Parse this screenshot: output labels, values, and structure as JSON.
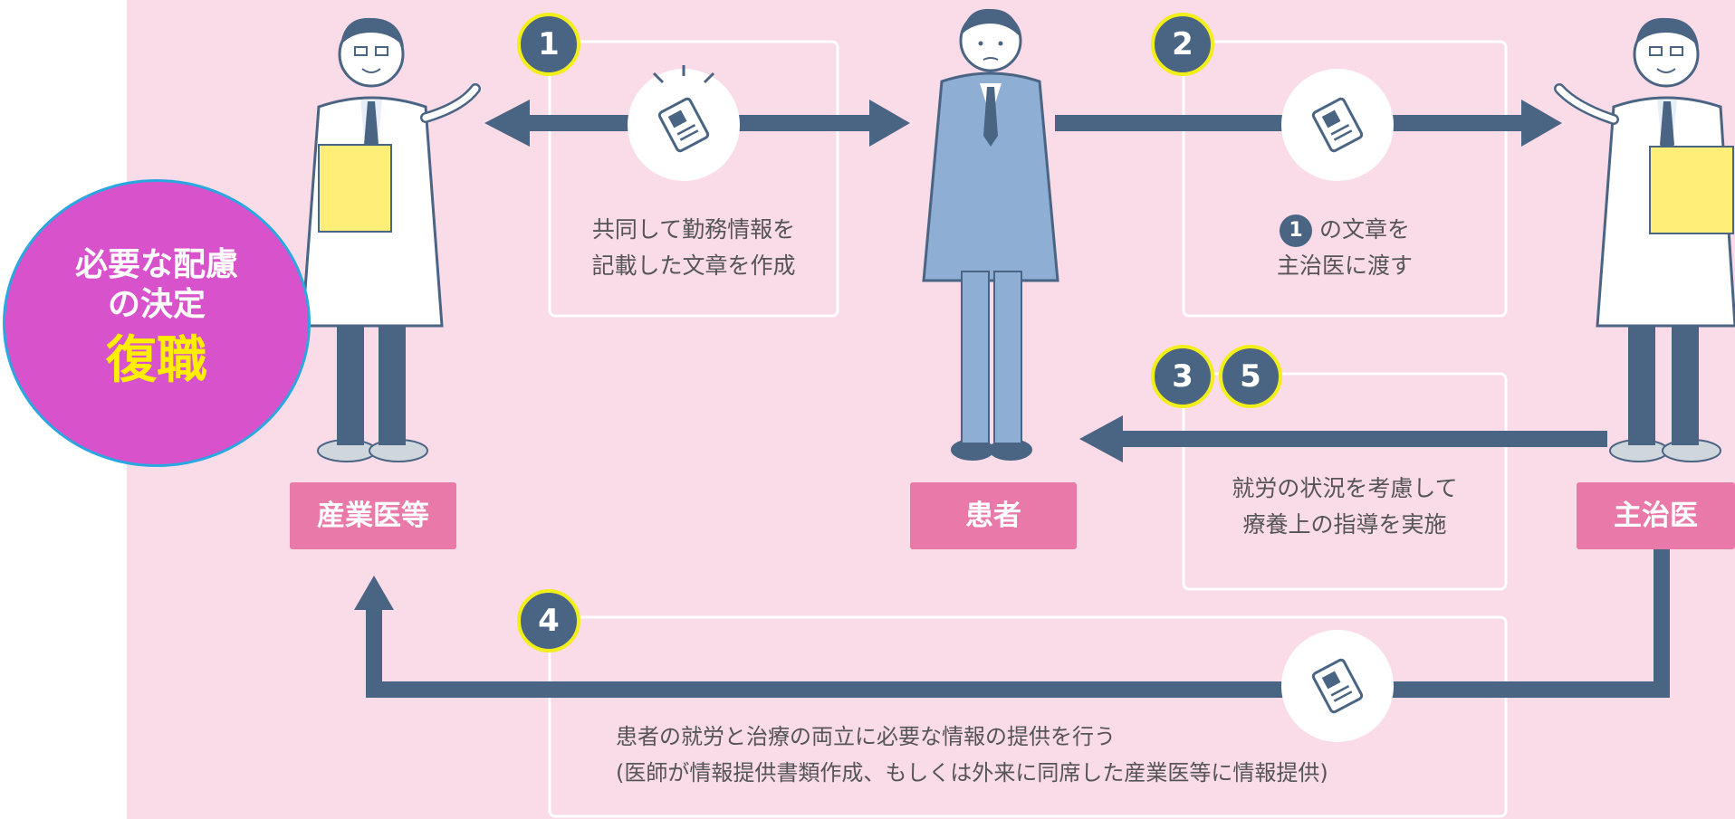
{
  "colors": {
    "background": "#fadbe8",
    "card_border": "#ffffff",
    "arrow": "#4a6484",
    "label_bg": "#e879a8",
    "step_fill": "#4a6484",
    "step_ring": "#f2ee1a",
    "bubble_fill": "#d853cb",
    "bubble_ring": "#2aa7e0",
    "bubble_highlight": "#ffee00"
  },
  "bubble": {
    "line1": "必要な配慮",
    "line2": "の決定",
    "line3": "復職"
  },
  "labels": {
    "occupational": "産業医等",
    "patient": "患者",
    "attending": "主治医"
  },
  "steps": {
    "s1": "1",
    "s2": "2",
    "s3": "3",
    "s4": "4",
    "s5": "5"
  },
  "cards": {
    "c1": {
      "line1": "共同して勤務情報を",
      "line2": "記載した文章を作成"
    },
    "c2": {
      "ref": "1",
      "line1": "の文章を",
      "line2": "主治医に渡す"
    },
    "c3": {
      "line1": "就労の状況を考慮して",
      "line2": "療養上の指導を実施"
    },
    "c4": {
      "line1": "患者の就労と治療の両立に必要な情報の提供を行う",
      "line2": "(医師が情報提供書類作成、もしくは外来に同席した産業医等に情報提供)"
    }
  },
  "icons": [
    "document-icon"
  ]
}
